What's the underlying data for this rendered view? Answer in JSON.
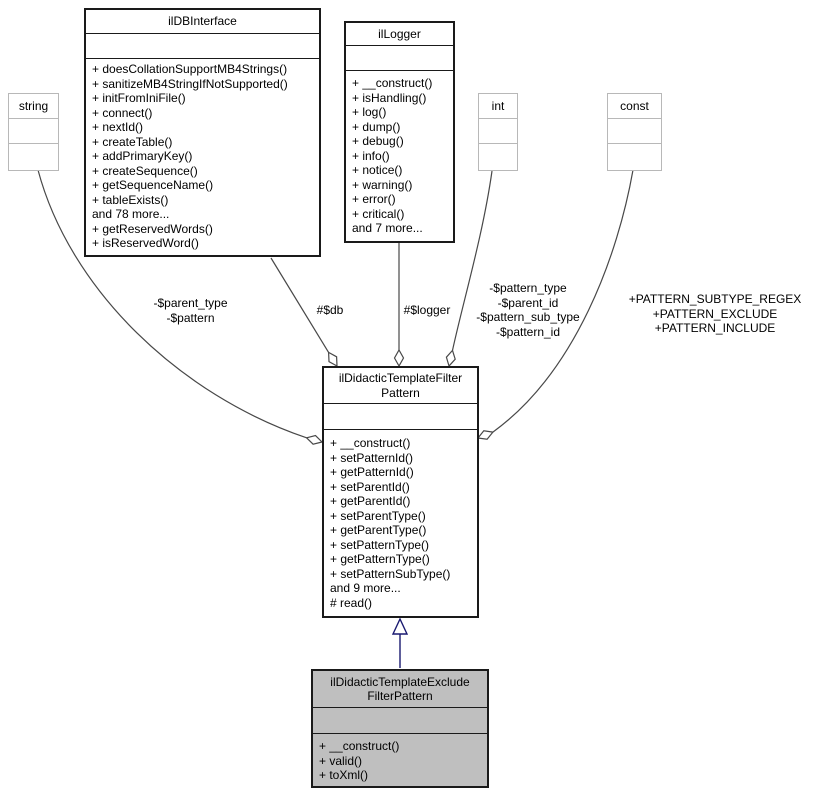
{
  "diagram": {
    "classes": {
      "ildbinterface": {
        "title": "ilDBInterface",
        "methods": [
          "+ doesCollationSupportMB4Strings()",
          "+ sanitizeMB4StringIfNotSupported()",
          "+ initFromIniFile()",
          "+ connect()",
          "+ nextId()",
          "+ createTable()",
          "+ addPrimaryKey()",
          "+ createSequence()",
          "+ getSequenceName()",
          "+ tableExists()",
          "and 78 more...",
          "+ getReservedWords()",
          "+ isReservedWord()"
        ]
      },
      "illogger": {
        "title": "ilLogger",
        "methods": [
          "+ __construct()",
          "+ isHandling()",
          "+ log()",
          "+ dump()",
          "+ debug()",
          "+ info()",
          "+ notice()",
          "+ warning()",
          "+ error()",
          "+ critical()",
          "and 7 more..."
        ]
      },
      "string_type": {
        "title": "string"
      },
      "int_type": {
        "title": "int"
      },
      "const_type": {
        "title": "const"
      },
      "filter_pattern": {
        "title": "ilDidacticTemplateFilter\nPattern",
        "methods": [
          "+ __construct()",
          "+ setPatternId()",
          "+ getPatternId()",
          "+ setParentId()",
          "+ getParentId()",
          "+ setParentType()",
          "+ getParentType()",
          "+ setPatternType()",
          "+ getPatternType()",
          "+ setPatternSubType()",
          "and 9 more...",
          "# read()"
        ]
      },
      "exclude_filter_pattern": {
        "title": "ilDidacticTemplateExclude\nFilterPattern",
        "methods": [
          "+ __construct()",
          "+ valid()",
          "+ toXml()"
        ]
      }
    },
    "edge_labels": {
      "string_members": "-$parent_type\n-$pattern",
      "db_member": "#$db",
      "logger_member": "#$logger",
      "int_members": "-$pattern_type\n-$parent_id\n-$pattern_sub_type\n-$pattern_id",
      "const_members": "+PATTERN_SUBTYPE_REGEX\n+PATTERN_EXCLUDE\n+PATTERN_INCLUDE"
    },
    "colors": {
      "class_border": "#1a1a1a",
      "primitive_border": "#b8b8b8",
      "highlight_fill": "#bfbfbf",
      "edge": "#484848",
      "inheritance": "#191970",
      "background": "#ffffff",
      "text": "#000000"
    }
  }
}
